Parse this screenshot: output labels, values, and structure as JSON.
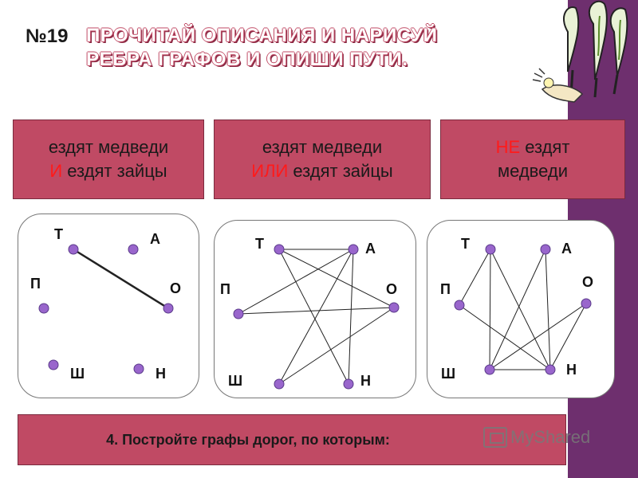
{
  "task_number": "№19",
  "title_lines": [
    "ПРОЧИТАЙ ОПИСАНИЯ И НАРИСУЙ",
    "РЕБРА ГРАФОВ И ОПИШИ ПУТИ."
  ],
  "conditions": [
    {
      "line1": "ездят медведи",
      "line2_red": "И",
      "line2_rest": " ездят зайцы"
    },
    {
      "line1": "ездят медведи",
      "line2_red": "ИЛИ",
      "line2_rest": " ездят зайцы"
    },
    {
      "line1_red": "НЕ",
      "line1_rest": " ездят",
      "line2": "медведи"
    }
  ],
  "vertex_labels": {
    "T": "Т",
    "A": "А",
    "P": "П",
    "O": "О",
    "SH": "Ш",
    "N": "Н"
  },
  "graphs": [
    {
      "edges": [
        [
          "T",
          "O"
        ]
      ]
    },
    {
      "edges": [
        [
          "T",
          "A"
        ],
        [
          "T",
          "O"
        ],
        [
          "T",
          "N"
        ],
        [
          "A",
          "P"
        ],
        [
          "A",
          "SH"
        ],
        [
          "P",
          "O"
        ],
        [
          "O",
          "SH"
        ],
        [
          "A",
          "N"
        ]
      ]
    },
    {
      "edges": [
        [
          "T",
          "P"
        ],
        [
          "T",
          "SH"
        ],
        [
          "T",
          "N"
        ],
        [
          "A",
          "SH"
        ],
        [
          "A",
          "N"
        ],
        [
          "P",
          "N"
        ],
        [
          "SH",
          "N"
        ],
        [
          "O",
          "SH"
        ],
        [
          "O",
          "N"
        ]
      ]
    }
  ],
  "colors": {
    "panel": "#c04a64",
    "highlight_text": "#ff1a1a",
    "vertex": "#9966cc",
    "stripe": "#6e2f6e"
  },
  "footer_text": "4. Постройте графы дорог, по которым:",
  "watermark_text": "MyShared"
}
